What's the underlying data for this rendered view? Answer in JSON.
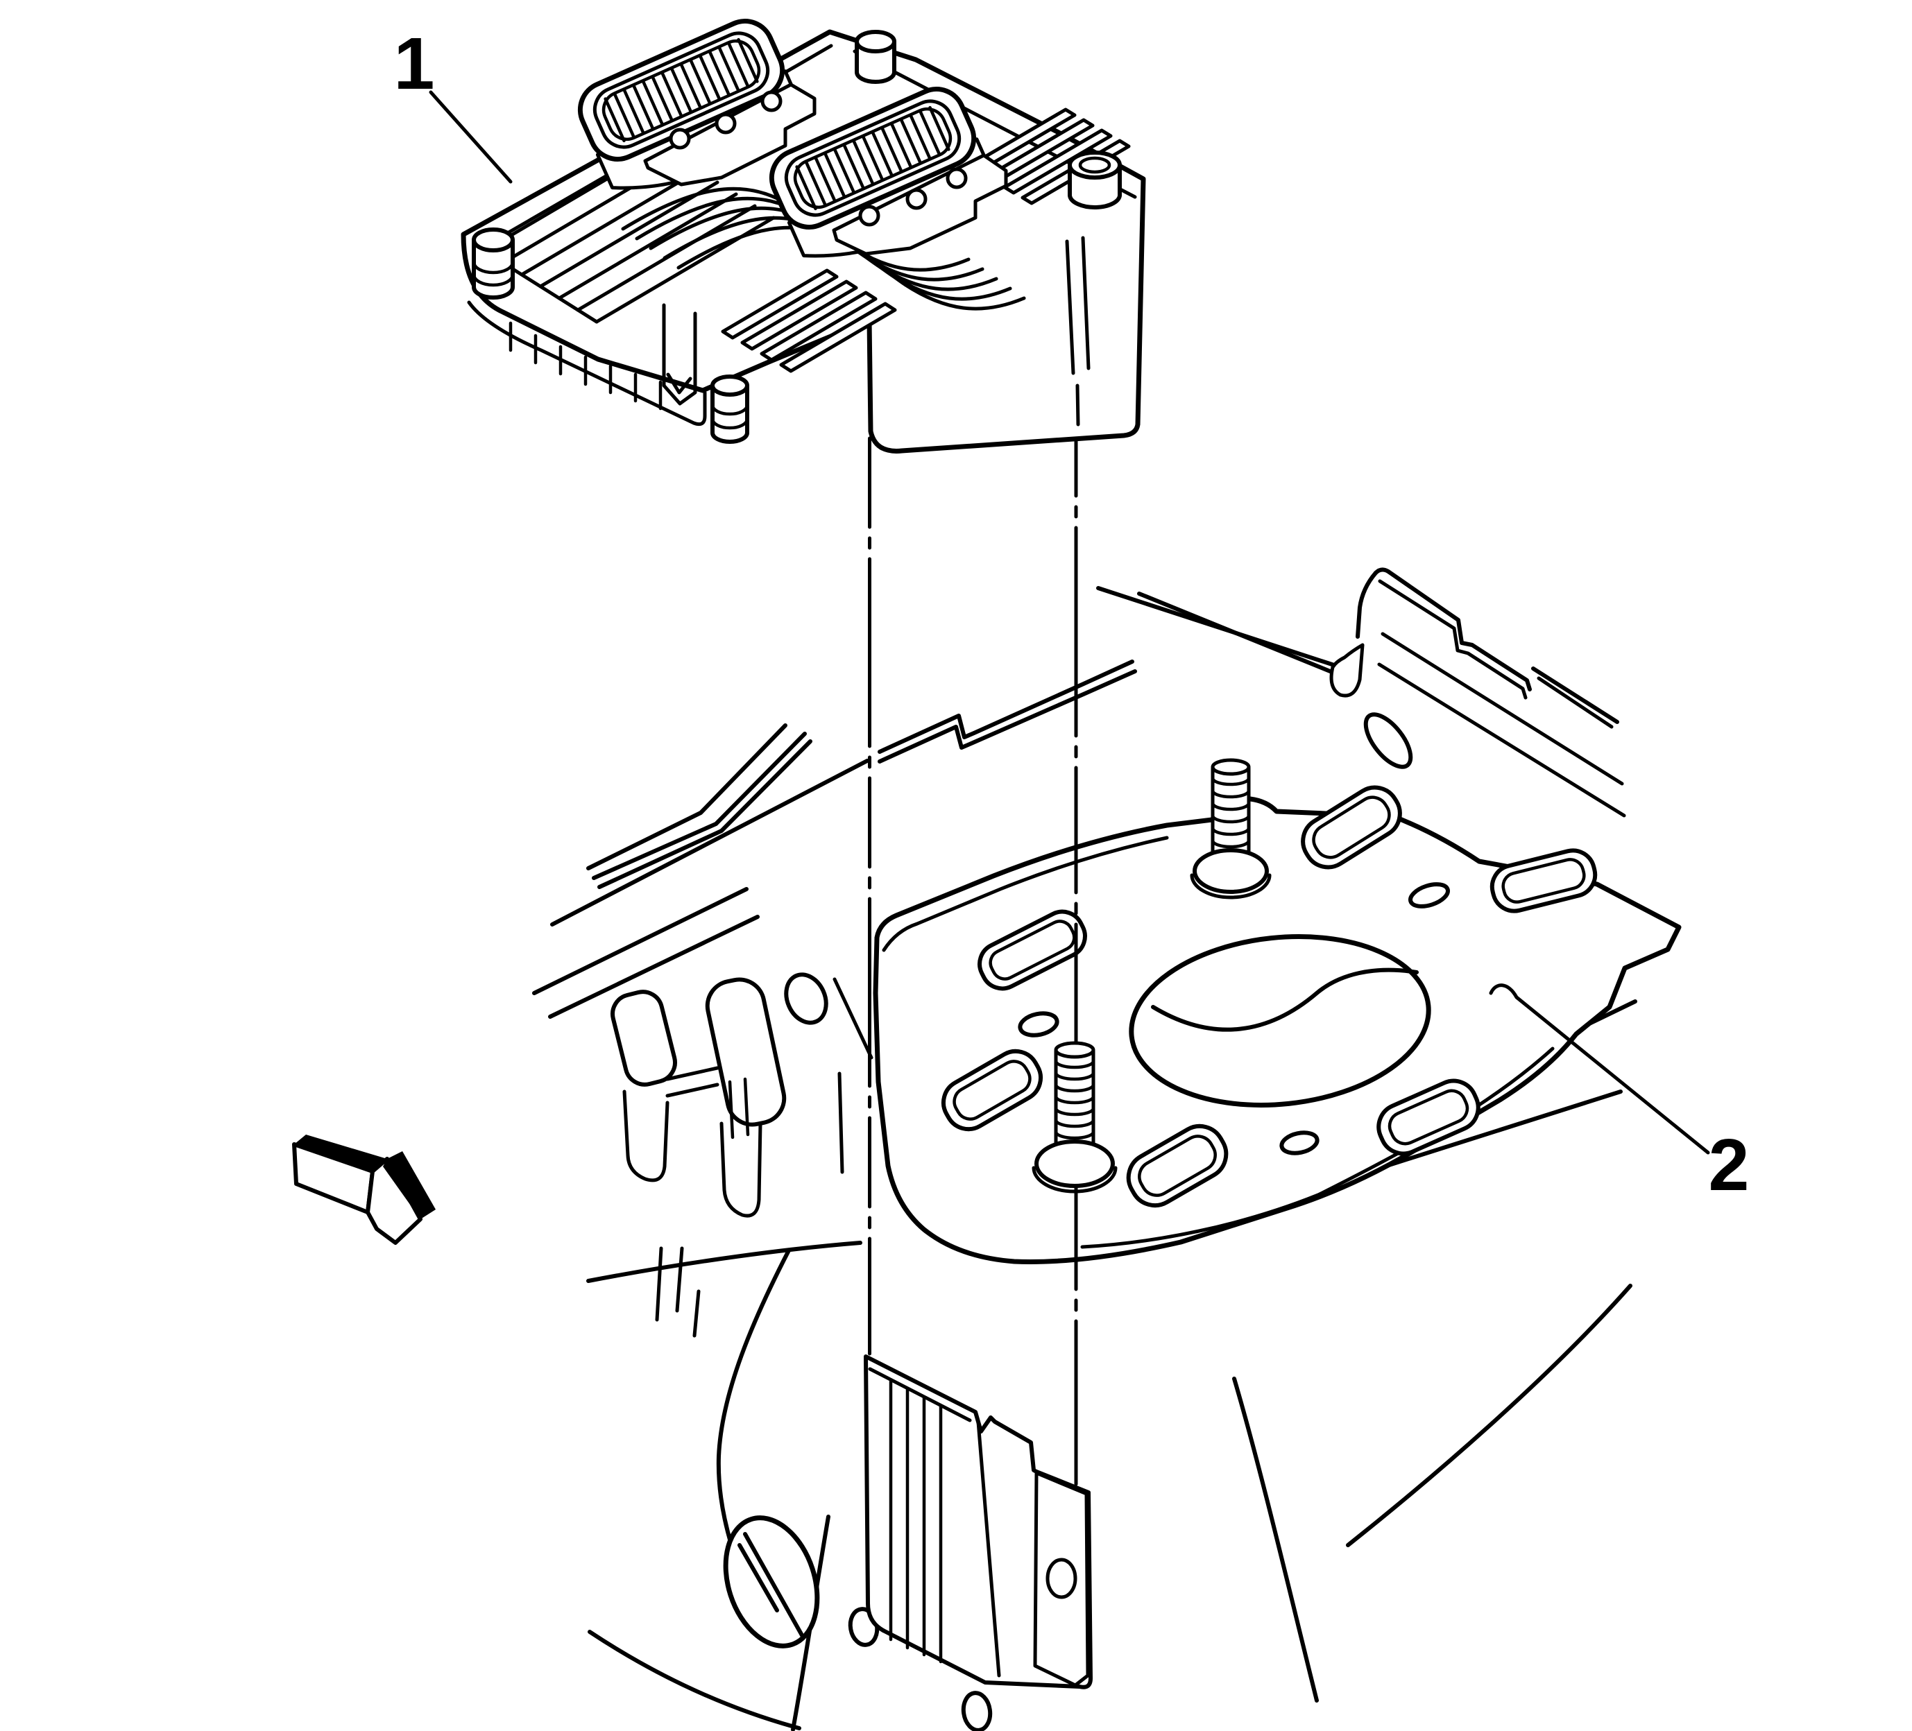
{
  "diagram": {
    "kind": "exploded-installation-illustration",
    "line_style": "black-ink-on-white"
  },
  "callouts": [
    {
      "label": "1"
    },
    {
      "label": "2"
    }
  ],
  "icons": {
    "direction_arrow": "3d-arrow-pointing-lower-right"
  },
  "colors": {
    "background": "#ffffff",
    "line": "#000000",
    "label": "#000000",
    "arrow_fill": "#000000"
  }
}
